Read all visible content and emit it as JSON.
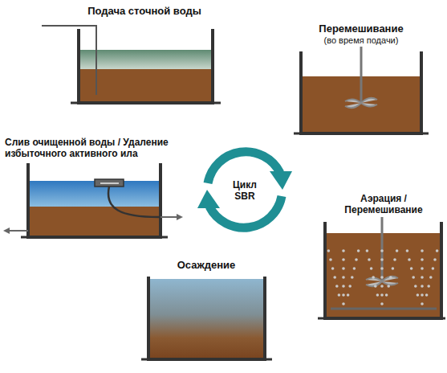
{
  "diagram": {
    "labels": [
      "Подача сточной воды",
      "Перемешивание",
      "(во время подачи)",
      "Слив очищенной воды / Удаление избыточного активного ила",
      "Цикл SBR",
      "Аэрация / Перемешивание",
      "Осаждение"
    ]
  }
}
